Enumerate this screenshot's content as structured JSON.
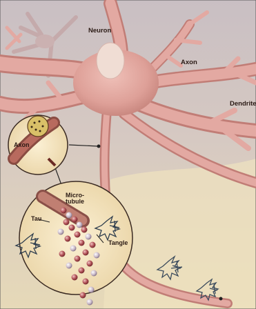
{
  "diagram": {
    "labels": {
      "neuron": "Neuron",
      "axon": "Axon",
      "dendrite": "Dendrite",
      "axon_inset": "Axon",
      "microtubule": "Micro-\ntubule",
      "tau": "Tau",
      "tangle": "Tangle"
    },
    "colors": {
      "background_top": "#c9bfc3",
      "background_bottom": "#e3d6b6",
      "neuron_body": "#e3a9a2",
      "neuron_shadow": "#c17d76",
      "nucleus": "#f0ddd4",
      "tau_bead": "#b3545a",
      "tangle": "#3a4a5c",
      "inset_fill": "#f6e9c7"
    }
  }
}
